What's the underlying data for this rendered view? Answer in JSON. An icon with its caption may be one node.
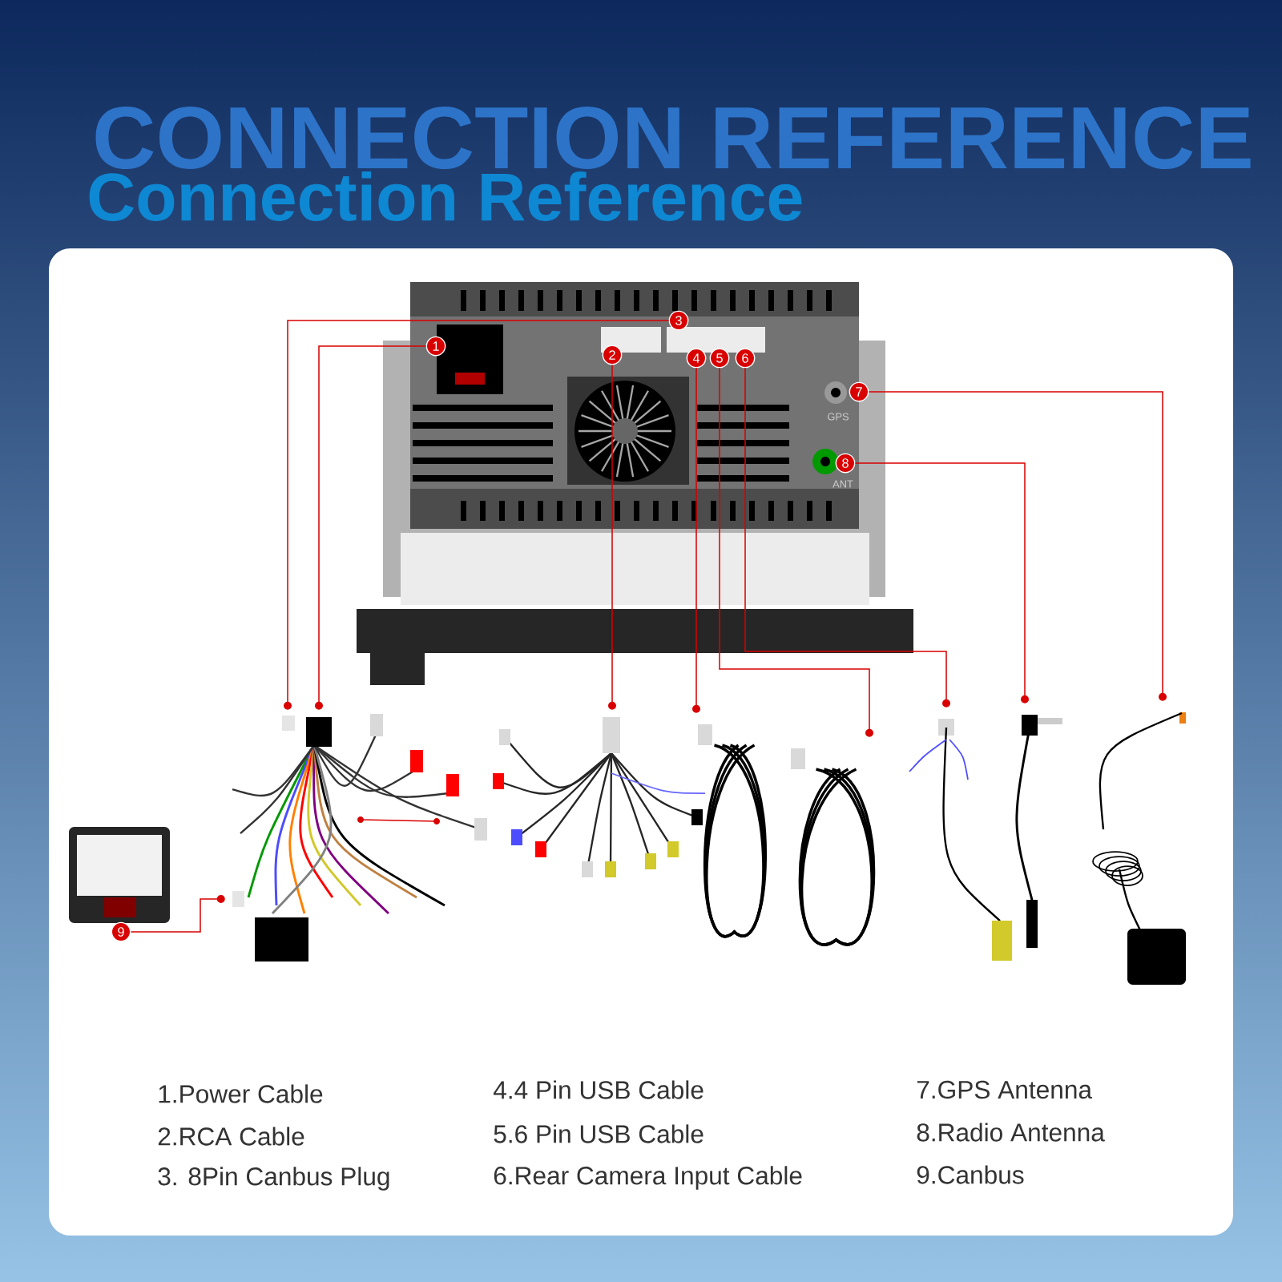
{
  "diagram": {
    "title": "Connection Reference",
    "nodes": [
      {
        "text": [
          "1"
        ]
      },
      {
        "text": [
          "2"
        ]
      },
      {
        "text": [
          "3"
        ]
      },
      {
        "text": [
          "4"
        ]
      },
      {
        "text": [
          "5"
        ]
      },
      {
        "text": [
          "6"
        ]
      },
      {
        "text": [
          "7"
        ]
      },
      {
        "text": [
          "8"
        ]
      },
      {
        "text": [
          "9"
        ]
      },
      {
        "text": [],
        "shape": "picture"
      },
      {
        "text": [],
        "shape": "picture"
      },
      {
        "text": [],
        "shape": "picture"
      },
      {
        "text": [],
        "shape": "picture"
      },
      {
        "text": [],
        "shape": "picture"
      },
      {
        "text": [],
        "shape": "picture"
      },
      {
        "text": [],
        "shape": "picture"
      }
    ],
    "edges": [
      {
        "from": 0,
        "to": 9,
        "arrow": "to"
      },
      {
        "from": 1,
        "to": 10,
        "arrow": "to"
      },
      {
        "from": 2,
        "to": 9,
        "arrow": "to"
      },
      {
        "from": 3,
        "to": 11,
        "arrow": "to"
      },
      {
        "from": 4,
        "to": 12,
        "arrow": "to"
      },
      {
        "from": 5,
        "to": 13,
        "arrow": "to"
      },
      {
        "from": 6,
        "to": 15,
        "arrow": "to"
      },
      {
        "from": 7,
        "to": 14,
        "arrow": "to"
      },
      {
        "from": 8,
        "to": 9,
        "arrow": "to"
      }
    ],
    "labels": [
      "CONNECTION REFERENCE",
      "GPS",
      "ANT",
      "1.Power Cable",
      "2.RCA Cable",
      "3. 8Pin Canbus Plug",
      "4.4 Pin USB Cable",
      "5.6 Pin USB Cable",
      "6.Rear Camera Input Cable",
      "7.GPS Antenna",
      "8.Radio Antenna",
      "9.Canbus"
    ]
  }
}
